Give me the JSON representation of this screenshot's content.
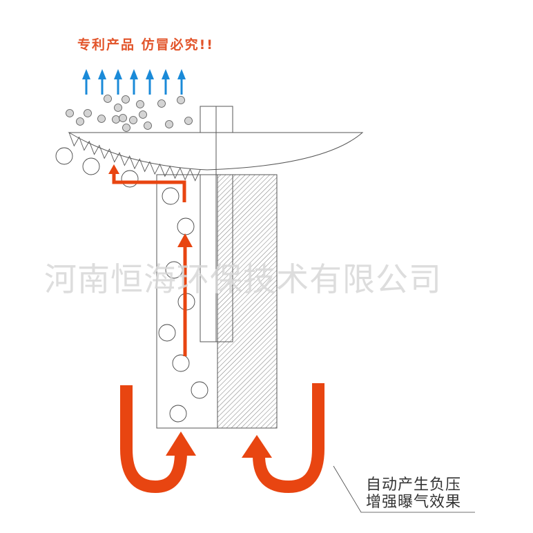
{
  "title": "专利产品 仿冒必究!!",
  "watermark": "河南恒海环保技术有限公司",
  "caption": {
    "line1": "自动产生负压",
    "line2": "增强曝气效果"
  },
  "colors": {
    "flow_arrow": "#e84511",
    "air_arrow": "#1a8ad8",
    "title": "#e2542a",
    "bubble_fill": "#d4d4d4",
    "line": "#444444"
  },
  "icons": {
    "air_up": "up-arrow",
    "flow": "curved-arrow",
    "bubble": "circle"
  }
}
